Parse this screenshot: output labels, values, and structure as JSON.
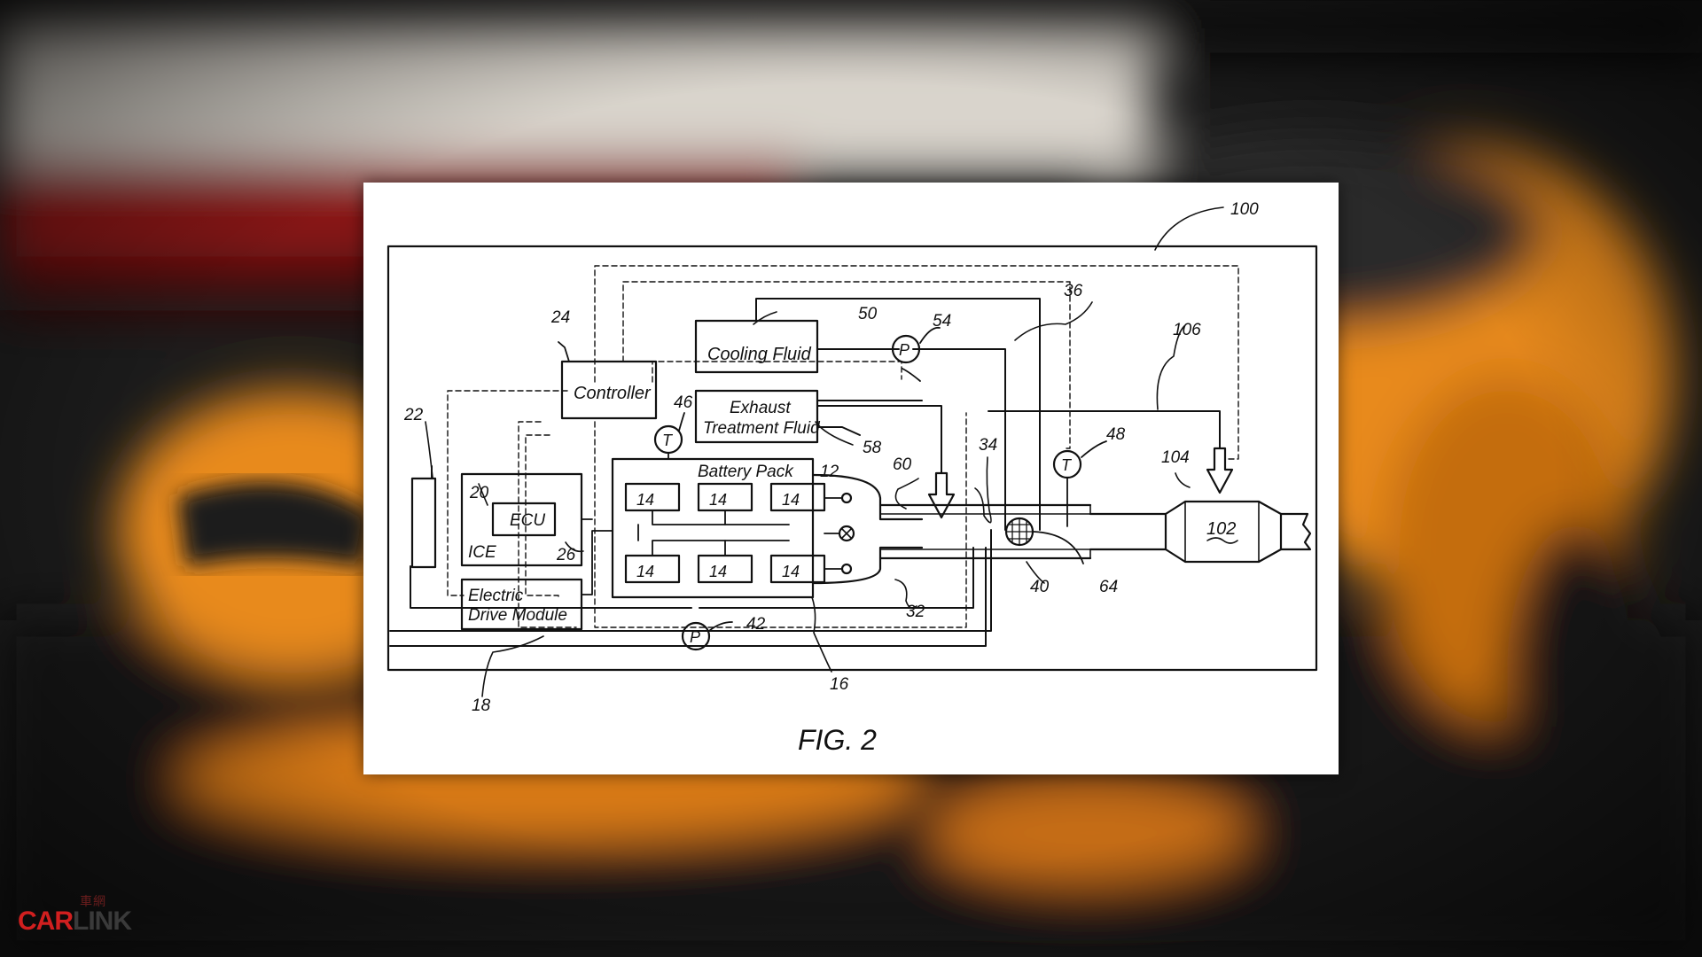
{
  "diagram": {
    "blocks": {
      "controller": "Controller",
      "cooling_fluid": "Cooling Fluid",
      "exhaust_l1": "Exhaust",
      "exhaust_l2": "Treatment Fluid",
      "battery_pack": "Battery Pack",
      "ecu": "ECU",
      "ice": "ICE",
      "edm_l1": "Electric",
      "edm_l2": "Drive Module",
      "catalyst": "102",
      "pump_symbol": "P",
      "temp_symbol": "T"
    },
    "refs": {
      "r100": "100",
      "r36": "36",
      "r106": "106",
      "r24": "24",
      "r50": "50",
      "r54": "54",
      "r46": "46",
      "r22": "22",
      "r58": "58",
      "r34": "34",
      "r48": "48",
      "r104": "104",
      "r60": "60",
      "r12": "12",
      "r20": "20",
      "r26": "26",
      "r64": "64",
      "r40": "40",
      "r32": "32",
      "r42": "42",
      "r16": "16",
      "r18": "18",
      "cell": "14"
    },
    "caption": "FIG. 2"
  },
  "watermark": {
    "brand_part1": "CAR",
    "brand_part2": "LINK",
    "chinese": "車網"
  },
  "colors": {
    "car_orange": "#e88a1e",
    "brand_red": "#d11f1f"
  }
}
